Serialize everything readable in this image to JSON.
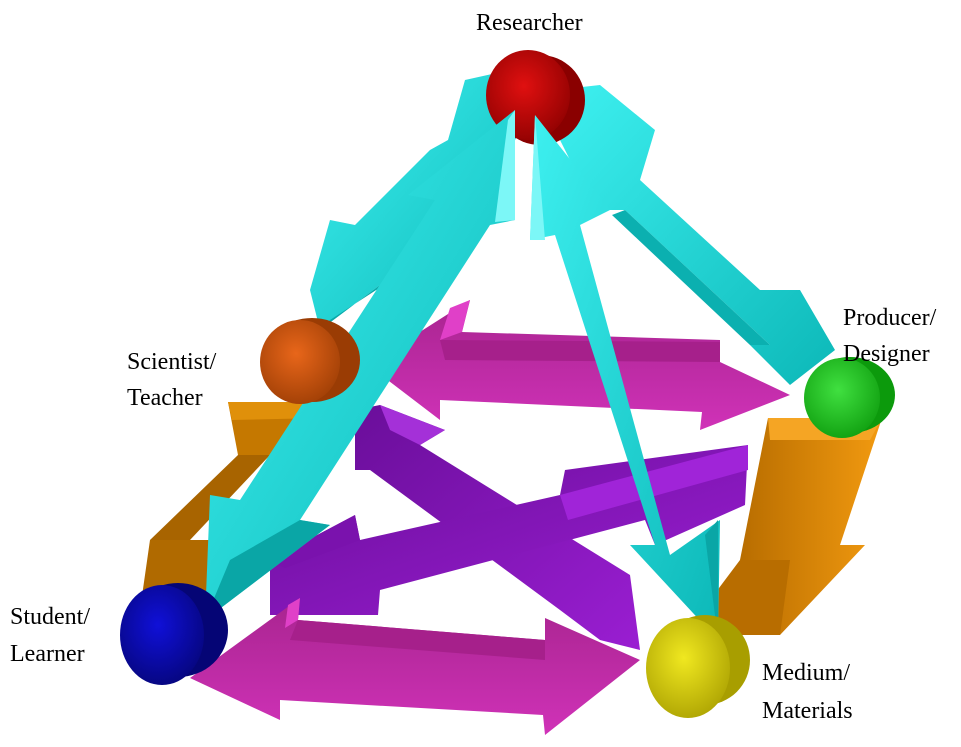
{
  "labels": {
    "researcher": "Researcher",
    "producer_line1": "Producer/",
    "producer_line2": "Designer",
    "scientist_line1": "Scientist/",
    "scientist_line2": "Teacher",
    "student_line1": "Student/",
    "student_line2": "Learner",
    "medium_line1": "Medium/",
    "medium_line2": "Materials"
  },
  "colors": {
    "researcher_node": "#c40000",
    "producer_node": "#1ec81e",
    "scientist_node": "#d2560a",
    "student_node": "#0a0ab4",
    "medium_node": "#d6cc00",
    "cyan_arrows": "#12d9d9",
    "magenta_arrows": "#cc2bb0",
    "purple_arrows": "#8a18c0",
    "orange_arrows": "#e08a00"
  }
}
